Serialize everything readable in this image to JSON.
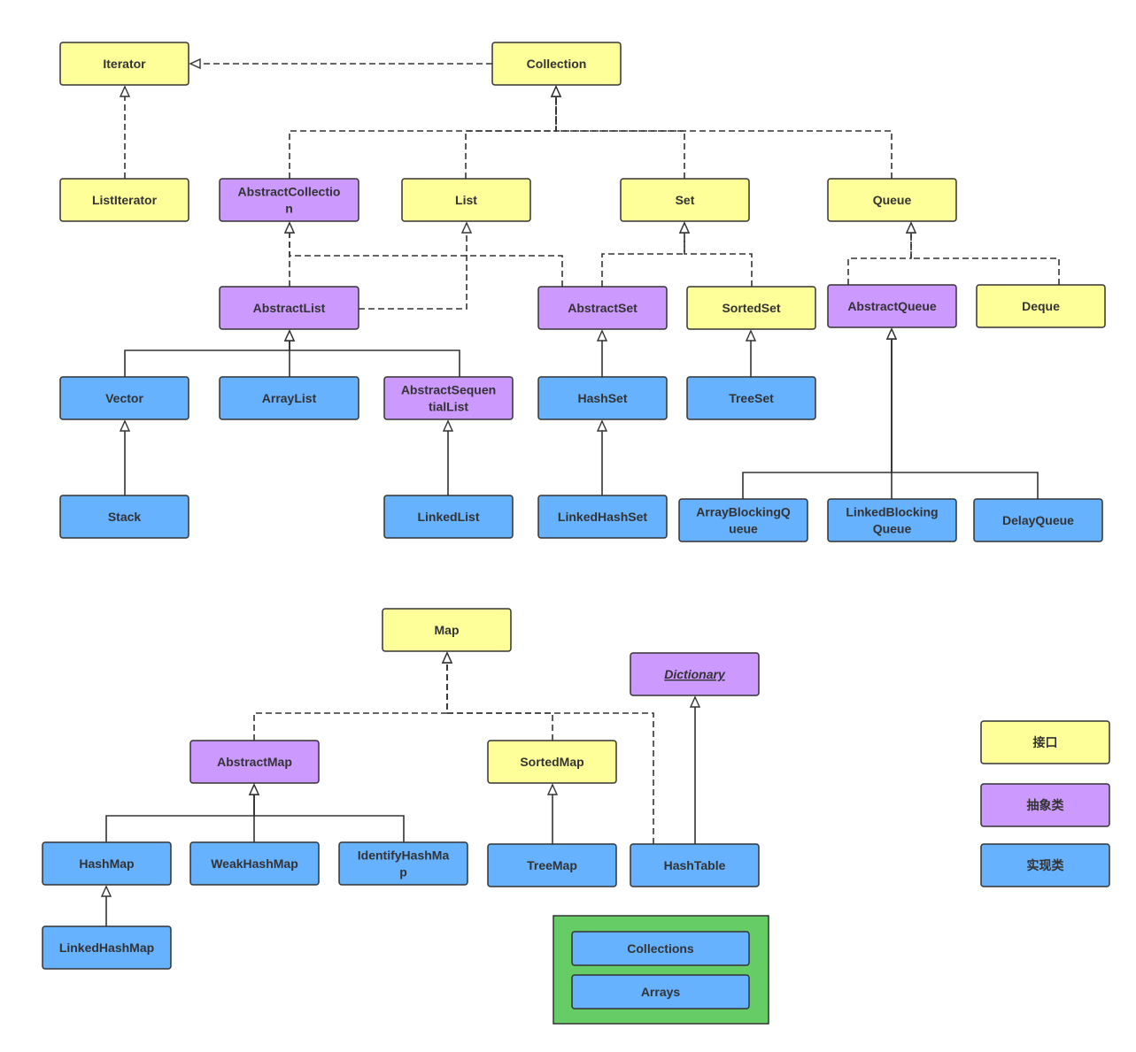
{
  "colors": {
    "interface": "#FFFF99",
    "abstract": "#CC99FF",
    "concrete": "#66B2FF",
    "utility_frame": "#66CC66",
    "line": "#333333"
  },
  "nodes": {
    "iterator": {
      "label": "Iterator",
      "kind": "interface"
    },
    "collection": {
      "label": "Collection",
      "kind": "interface"
    },
    "listiterator": {
      "label": "ListIterator",
      "kind": "interface"
    },
    "abstractcollection": {
      "label": [
        "AbstractCollectio",
        "n"
      ],
      "kind": "abstract"
    },
    "list": {
      "label": "List",
      "kind": "interface"
    },
    "set": {
      "label": "Set",
      "kind": "interface"
    },
    "queue": {
      "label": "Queue",
      "kind": "interface"
    },
    "abstractlist": {
      "label": "AbstractList",
      "kind": "abstract"
    },
    "abstractset": {
      "label": "AbstractSet",
      "kind": "abstract"
    },
    "sortedset": {
      "label": "SortedSet",
      "kind": "interface"
    },
    "abstractqueue": {
      "label": "AbstractQueue",
      "kind": "abstract"
    },
    "deque": {
      "label": "Deque",
      "kind": "interface"
    },
    "vector": {
      "label": "Vector",
      "kind": "concrete"
    },
    "arraylist": {
      "label": "ArrayList",
      "kind": "concrete"
    },
    "abstractsequentiallist": {
      "label": [
        "AbstractSequen",
        "tialList"
      ],
      "kind": "abstract"
    },
    "hashset": {
      "label": "HashSet",
      "kind": "concrete"
    },
    "treeset": {
      "label": "TreeSet",
      "kind": "concrete"
    },
    "stack": {
      "label": "Stack",
      "kind": "concrete"
    },
    "linkedlist": {
      "label": "LinkedList",
      "kind": "concrete"
    },
    "linkedhashset": {
      "label": "LinkedHashSet",
      "kind": "concrete"
    },
    "arrayblockingqueue": {
      "label": [
        "ArrayBlockingQ",
        "ueue"
      ],
      "kind": "concrete"
    },
    "linkedblockingqueue": {
      "label": [
        "LinkedBlocking",
        "Queue"
      ],
      "kind": "concrete"
    },
    "delayqueue": {
      "label": "DelayQueue",
      "kind": "concrete"
    },
    "map": {
      "label": "Map",
      "kind": "interface"
    },
    "dictionary": {
      "label": "Dictionary",
      "kind": "abstract",
      "style": "italic"
    },
    "abstractmap": {
      "label": "AbstractMap",
      "kind": "abstract"
    },
    "sortedmap": {
      "label": "SortedMap",
      "kind": "interface"
    },
    "hashmap": {
      "label": "HashMap",
      "kind": "concrete"
    },
    "weakhashmap": {
      "label": "WeakHashMap",
      "kind": "concrete"
    },
    "identifyhashmap": {
      "label": [
        "IdentifyHashMa",
        "p"
      ],
      "kind": "concrete"
    },
    "treemap": {
      "label": "TreeMap",
      "kind": "concrete"
    },
    "hashtable": {
      "label": "HashTable",
      "kind": "concrete"
    },
    "linkedhashmap": {
      "label": "LinkedHashMap",
      "kind": "concrete"
    },
    "collections": {
      "label": "Collections",
      "kind": "concrete"
    },
    "arrays": {
      "label": "Arrays",
      "kind": "concrete"
    }
  },
  "legend": {
    "interface": {
      "label": "接口",
      "kind": "interface"
    },
    "abstract": {
      "label": "抽象类",
      "kind": "abstract"
    },
    "concrete": {
      "label": "实现类",
      "kind": "concrete"
    }
  },
  "edges": [
    {
      "from": "collection",
      "to": "iterator",
      "style": "dashed"
    },
    {
      "from": "listiterator",
      "to": "iterator",
      "style": "dashed"
    },
    {
      "from": "abstractcollection",
      "to": "collection",
      "style": "dashed"
    },
    {
      "from": "list",
      "to": "collection",
      "style": "dashed"
    },
    {
      "from": "set",
      "to": "collection",
      "style": "dashed"
    },
    {
      "from": "queue",
      "to": "collection",
      "style": "dashed"
    },
    {
      "from": "abstractlist",
      "to": "abstractcollection",
      "style": "dashed"
    },
    {
      "from": "abstractset",
      "to": "abstractcollection",
      "style": "dashed"
    },
    {
      "from": "abstractlist",
      "to": "list",
      "style": "dashed"
    },
    {
      "from": "abstractset",
      "to": "set",
      "style": "dashed"
    },
    {
      "from": "sortedset",
      "to": "set",
      "style": "dashed"
    },
    {
      "from": "abstractqueue",
      "to": "queue",
      "style": "dashed"
    },
    {
      "from": "deque",
      "to": "queue",
      "style": "dashed"
    },
    {
      "from": "vector",
      "to": "abstractlist",
      "style": "solid"
    },
    {
      "from": "arraylist",
      "to": "abstractlist",
      "style": "solid"
    },
    {
      "from": "abstractsequentiallist",
      "to": "abstractlist",
      "style": "solid"
    },
    {
      "from": "stack",
      "to": "vector",
      "style": "solid"
    },
    {
      "from": "linkedlist",
      "to": "abstractsequentiallist",
      "style": "solid"
    },
    {
      "from": "hashset",
      "to": "abstractset",
      "style": "solid"
    },
    {
      "from": "linkedhashset",
      "to": "hashset",
      "style": "solid"
    },
    {
      "from": "treeset",
      "to": "sortedset",
      "style": "solid"
    },
    {
      "from": "arrayblockingqueue",
      "to": "abstractqueue",
      "style": "solid"
    },
    {
      "from": "linkedblockingqueue",
      "to": "abstractqueue",
      "style": "solid"
    },
    {
      "from": "delayqueue",
      "to": "abstractqueue",
      "style": "solid"
    },
    {
      "from": "abstractmap",
      "to": "map",
      "style": "dashed"
    },
    {
      "from": "sortedmap",
      "to": "map",
      "style": "dashed"
    },
    {
      "from": "hashtable",
      "to": "map",
      "style": "dashed"
    },
    {
      "from": "hashtable",
      "to": "dictionary",
      "style": "solid"
    },
    {
      "from": "hashmap",
      "to": "abstractmap",
      "style": "solid"
    },
    {
      "from": "weakhashmap",
      "to": "abstractmap",
      "style": "solid"
    },
    {
      "from": "identifyhashmap",
      "to": "abstractmap",
      "style": "solid"
    },
    {
      "from": "treemap",
      "to": "sortedmap",
      "style": "solid"
    },
    {
      "from": "linkedhashmap",
      "to": "hashmap",
      "style": "solid"
    }
  ]
}
